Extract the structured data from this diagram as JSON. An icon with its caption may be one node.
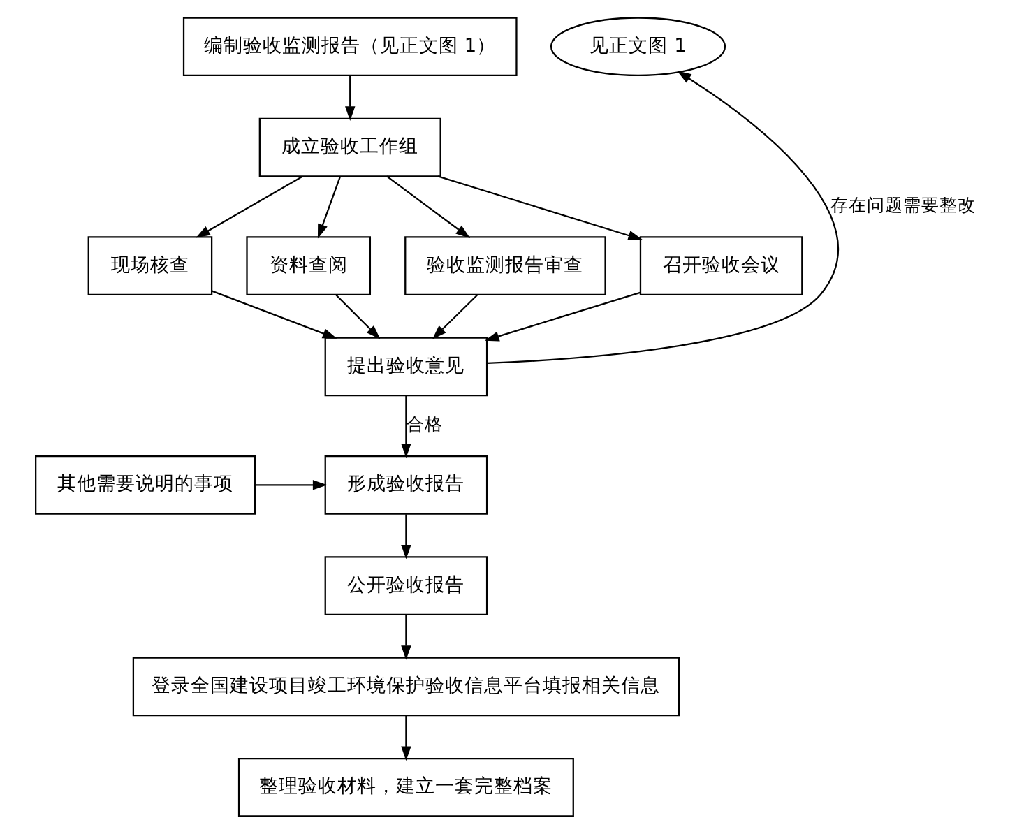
{
  "diagram": {
    "nodes": [
      {
        "text": [
          "编制验收监测报告（见正文图 1）"
        ]
      },
      {
        "text": [
          "成立验收工作组"
        ]
      },
      {
        "text": [
          "现场核查"
        ]
      },
      {
        "text": [
          "资料查阅"
        ]
      },
      {
        "text": [
          "验收监测报告审查"
        ]
      },
      {
        "text": [
          "召开验收会议"
        ]
      },
      {
        "text": [
          "提出验收意见"
        ]
      },
      {
        "text": [
          "见正文图 1"
        ]
      },
      {
        "text": [
          "其他需要说明的事项"
        ]
      },
      {
        "text": [
          "形成验收报告"
        ]
      },
      {
        "text": [
          "公开验收报告"
        ]
      },
      {
        "text": [
          "登录全国建设项目竣工环境保护验收信息平台填报相关信息"
        ]
      },
      {
        "text": [
          "整理验收材料，建立一套完整档案"
        ]
      }
    ],
    "edges": [
      {
        "from": 0,
        "to": 1,
        "arrow": "to"
      },
      {
        "from": 1,
        "to": 2,
        "arrow": "to"
      },
      {
        "from": 1,
        "to": 3,
        "arrow": "to"
      },
      {
        "from": 1,
        "to": 4,
        "arrow": "to"
      },
      {
        "from": 1,
        "to": 5,
        "arrow": "to"
      },
      {
        "from": 2,
        "to": 6,
        "arrow": "to"
      },
      {
        "from": 3,
        "to": 6,
        "arrow": "to"
      },
      {
        "from": 4,
        "to": 6,
        "arrow": "to"
      },
      {
        "from": 5,
        "to": 6,
        "arrow": "to"
      },
      {
        "from": 6,
        "to": 7,
        "arrow": "to",
        "label": "存在问题需要整改"
      },
      {
        "from": 6,
        "to": 9,
        "arrow": "to",
        "label": "合格"
      },
      {
        "from": 8,
        "to": 9,
        "arrow": "to"
      },
      {
        "from": 9,
        "to": 10,
        "arrow": "to"
      },
      {
        "from": 10,
        "to": 11,
        "arrow": "to"
      },
      {
        "from": 11,
        "to": 12,
        "arrow": "to"
      }
    ]
  }
}
